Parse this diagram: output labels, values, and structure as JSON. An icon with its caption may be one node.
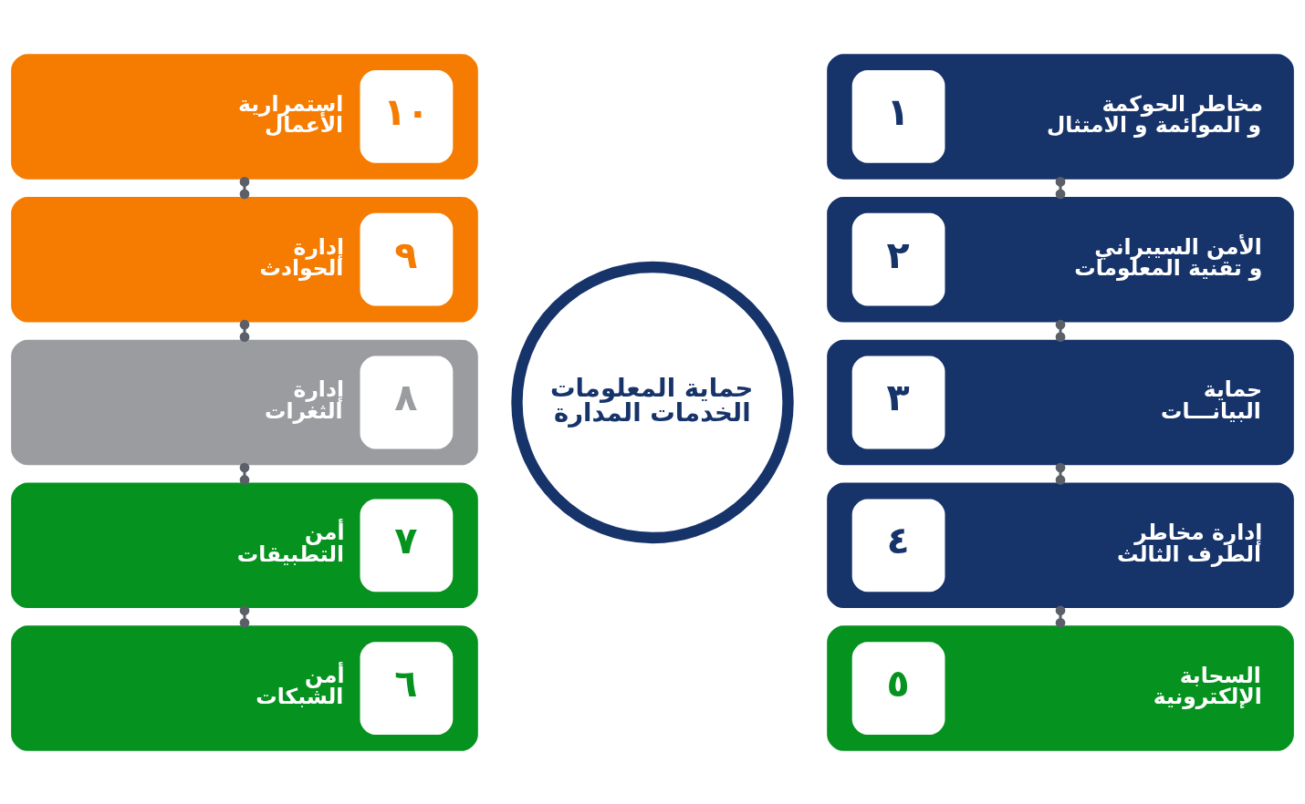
{
  "diagram": {
    "nodes": [
      {
        "text": [
          "حماية المعلومات الخدمات المدارة"
        ]
      },
      {
        "text": [
          "مخاطر الحوكمة و الموائمة و الامتثال",
          "١"
        ]
      },
      {
        "text": [
          "الأمن السيبراني و تقنية المعلومات",
          "٢"
        ]
      },
      {
        "text": [
          "حماية البيانـــات",
          "٣"
        ]
      },
      {
        "text": [
          "إدارة مخاطر الطرف الثالث",
          "٤"
        ]
      },
      {
        "text": [
          "السحابة الإلكترونية",
          "٥"
        ]
      },
      {
        "text": [
          "٦",
          "أمن الشبكات"
        ]
      },
      {
        "text": [
          "٧",
          "أمن التطبيقات"
        ]
      },
      {
        "text": [
          "٨",
          "إدارة الثغرات"
        ]
      },
      {
        "text": [
          "٩",
          "إدارة الحوادث"
        ]
      },
      {
        "text": [
          "١٠",
          "استمرارية الأعمال"
        ]
      }
    ],
    "edges": [
      {
        "from": 1,
        "to": 2,
        "arrow": "other"
      },
      {
        "from": 2,
        "to": 3,
        "arrow": "other"
      },
      {
        "from": 3,
        "to": 4,
        "arrow": "other"
      },
      {
        "from": 4,
        "to": 5,
        "arrow": "other"
      },
      {
        "from": 10,
        "to": 9,
        "arrow": "other"
      },
      {
        "from": 9,
        "to": 8,
        "arrow": "other"
      },
      {
        "from": 8,
        "to": 7,
        "arrow": "other"
      },
      {
        "from": 7,
        "to": 6,
        "arrow": "other"
      }
    ]
  }
}
